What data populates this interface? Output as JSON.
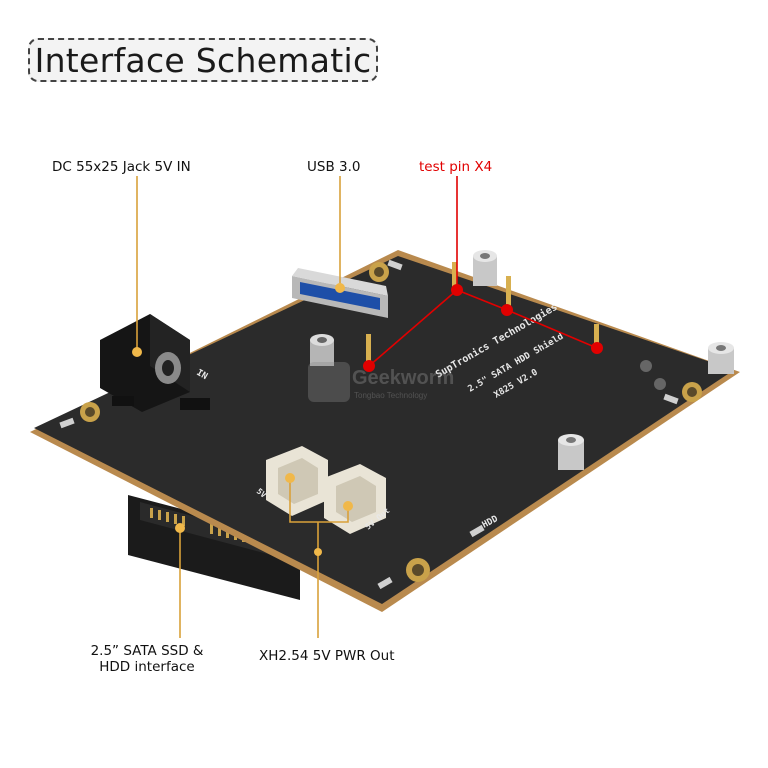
{
  "title": "Interface Schematic",
  "labels": {
    "dc_jack": "DC 55x25 Jack 5V IN",
    "usb": "USB 3.0",
    "test_pin": "test pin X4",
    "sata_line1": "2.5” SATA SSD &",
    "sata_line2": "HDD interface",
    "pwr_out": "XH2.54 5V PWR Out"
  },
  "board_text": {
    "line1": "SupTronics Technologies",
    "line2": "2.5\" SATA HDD Shield",
    "line3": "X825 V2.0",
    "in_mark": "IN",
    "hdd_mark": "HDD",
    "five_v": "5V",
    "five_v_out": "5V Out"
  },
  "watermark": {
    "line1": "Geekworm",
    "line2": "Tongbao Technology"
  },
  "colors": {
    "board": "#2b2b2b",
    "board_edge": "#b98a4e",
    "callout_line": "#d9a13a",
    "test_pin_line": "#e10000"
  }
}
